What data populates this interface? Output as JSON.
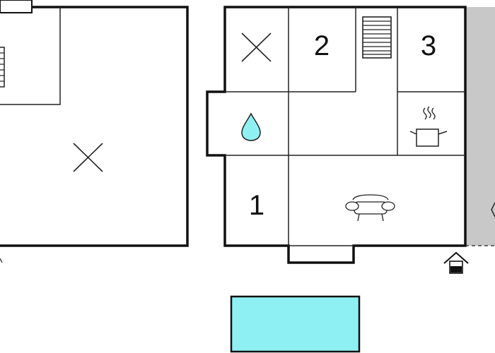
{
  "plan": {
    "room_numbers": [
      "2",
      "3",
      "1"
    ],
    "icons": [
      "unused-room-cross-icon",
      "stairs-icon",
      "bathroom-drop-icon",
      "kitchen-pot-icon",
      "living-sofa-icon",
      "entrance-house-icon",
      "pool-shape"
    ],
    "colors": {
      "wall": "#111111",
      "pool": "#8ff0f4",
      "water_drop": "#8ff0f4",
      "terrace": "#c8c8c8"
    }
  }
}
